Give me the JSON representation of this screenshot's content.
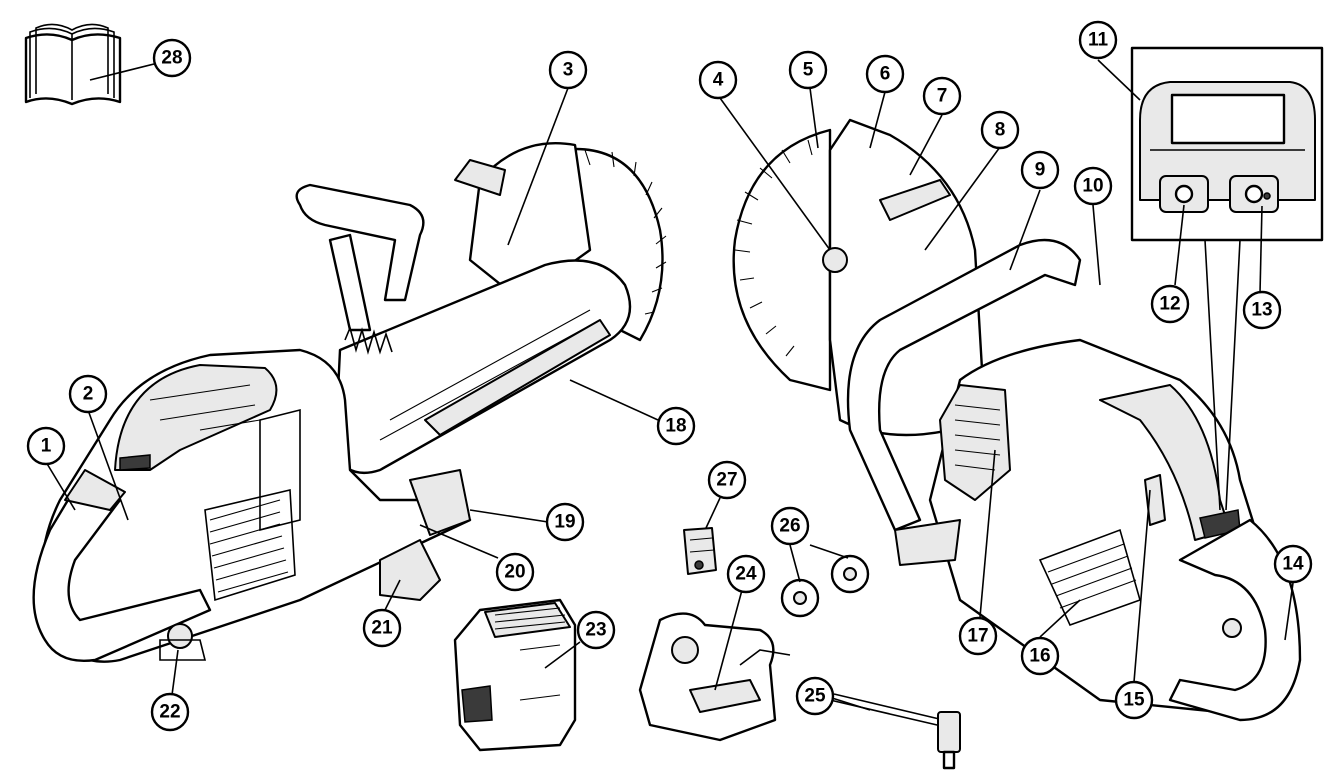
{
  "diagram": {
    "callouts": [
      {
        "num": "1"
      },
      {
        "num": "2"
      },
      {
        "num": "3"
      },
      {
        "num": "4"
      },
      {
        "num": "5"
      },
      {
        "num": "6"
      },
      {
        "num": "7"
      },
      {
        "num": "8"
      },
      {
        "num": "9"
      },
      {
        "num": "10"
      },
      {
        "num": "11"
      },
      {
        "num": "12"
      },
      {
        "num": "13"
      },
      {
        "num": "14"
      },
      {
        "num": "15"
      },
      {
        "num": "16"
      },
      {
        "num": "17"
      },
      {
        "num": "18"
      },
      {
        "num": "19"
      },
      {
        "num": "20"
      },
      {
        "num": "21"
      },
      {
        "num": "22"
      },
      {
        "num": "23"
      },
      {
        "num": "24"
      },
      {
        "num": "25"
      },
      {
        "num": "26"
      },
      {
        "num": "27"
      },
      {
        "num": "28"
      }
    ]
  },
  "icons": {
    "manual": "open-book-icon"
  },
  "colors": {
    "line": "#000000",
    "background": "#ffffff",
    "shade": "#e9e9e9"
  }
}
